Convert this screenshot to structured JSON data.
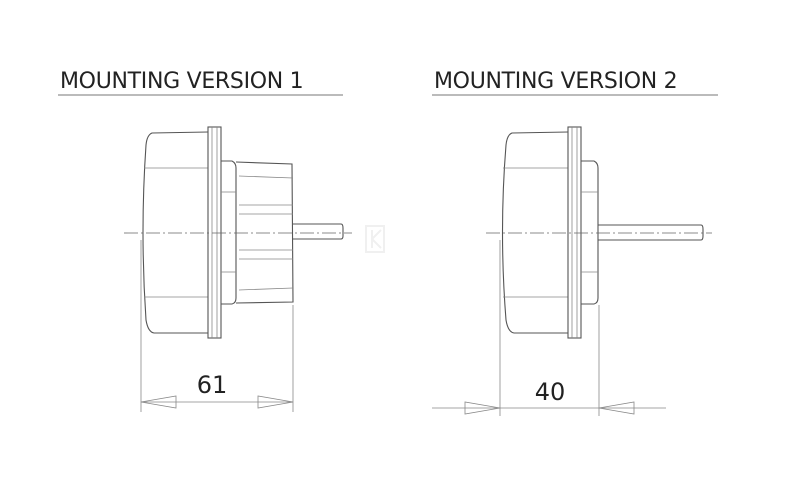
{
  "views": [
    {
      "title": "MOUNTING VERSION 1",
      "dimension": "61"
    },
    {
      "title": "MOUNTING VERSION 2",
      "dimension": "40"
    }
  ],
  "colors": {
    "line": "#555555",
    "text": "#222222",
    "background": "#ffffff"
  }
}
